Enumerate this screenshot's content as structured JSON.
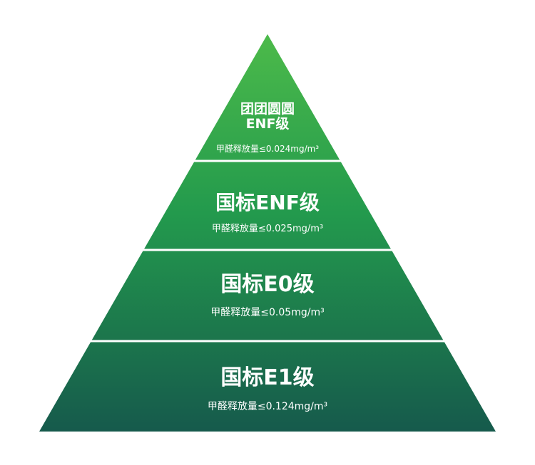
{
  "colors": {
    "apex": "#4cba4a",
    "mid": "#239a4d",
    "base": "#165a4c",
    "divider": "#ffffff"
  },
  "tiers": [
    {
      "title_line1": "团团圆圆",
      "title_line2": "ENF级",
      "subtitle": "甲醛释放量≤0.024mg/m³"
    },
    {
      "title_line1": "国标ENF级",
      "subtitle": "甲醛释放量≤0.025mg/m³"
    },
    {
      "title_line1": "国标E0级",
      "subtitle": "甲醛释放量≤0.05mg/m³"
    },
    {
      "title_line1": "国标E1级",
      "subtitle": "甲醛释放量≤0.124mg/m³"
    }
  ]
}
